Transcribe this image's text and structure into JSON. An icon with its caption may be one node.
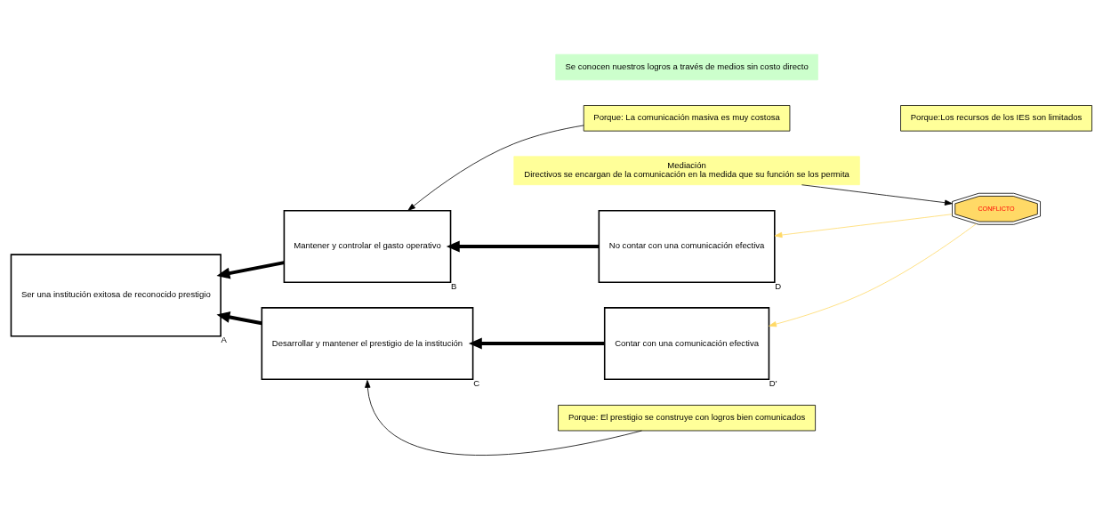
{
  "diagram": {
    "nodes": [
      {
        "text": [
          "Porque:Los recursos de los IES son limitados"
        ]
      },
      {
        "text": [
          "Porque: La comunicación masiva es muy costosa"
        ]
      },
      {
        "text": [
          "Mantener y controlar el gasto operativo"
        ],
        "beside": [
          "B"
        ]
      },
      {
        "text": [
          "No contar con una comunicación efectiva"
        ],
        "beside": [
          "D"
        ]
      },
      {
        "text": [
          "Mediación",
          "Directivos se encargan de la comunicación en la medida que su función se los permita"
        ]
      },
      {
        "text": [
          "Ser una institución exitosa de reconocido prestigio"
        ],
        "beside": [
          "A"
        ]
      },
      {
        "text": [
          "CONFLICTO"
        ]
      },
      {
        "text": [
          "Desarrollar y mantener el prestigio de la institución"
        ],
        "beside": [
          "C"
        ]
      },
      {
        "text": [
          "Contar con una comunicación efectiva"
        ],
        "beside": [
          "D'"
        ]
      },
      {
        "text": [
          "Se conocen nuestros logros a través de medios sin costo directo"
        ]
      },
      {
        "text": [
          "Porque: El prestigio se construye con logros bien comunicados"
        ]
      }
    ],
    "edges": [
      {
        "from": 3,
        "to": 2,
        "arrow": "to",
        "style": "thick"
      },
      {
        "from": 2,
        "to": 5,
        "arrow": "to",
        "style": "thick"
      },
      {
        "from": 7,
        "to": 5,
        "arrow": "to",
        "style": "thick"
      },
      {
        "from": 8,
        "to": 7,
        "arrow": "to",
        "style": "thick"
      },
      {
        "from": 1,
        "to": 2,
        "arrow": "to"
      },
      {
        "from": 10,
        "to": 7,
        "arrow": "to"
      },
      {
        "from": 4,
        "to": 6,
        "arrow": "to"
      },
      {
        "from": 6,
        "to": 3,
        "arrow": "to",
        "color": "#ffd966"
      },
      {
        "from": 6,
        "to": 8,
        "arrow": "to",
        "color": "#ffd966"
      }
    ]
  }
}
